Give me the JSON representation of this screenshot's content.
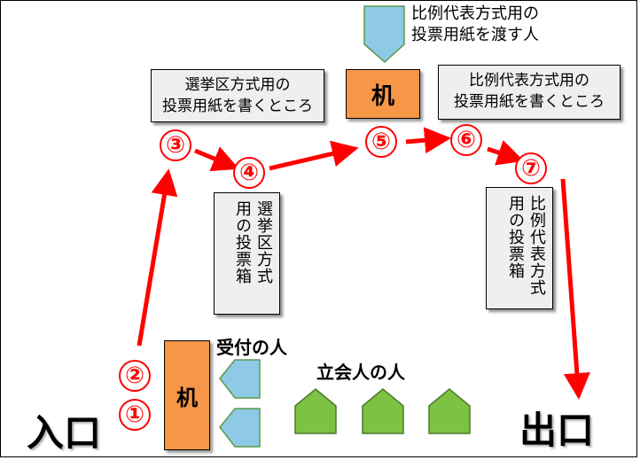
{
  "entrance_label": "入口",
  "exit_label": "出口",
  "desk_label": "机",
  "reception_label": "受付の人",
  "witness_label": "立会人の人",
  "ballot_giver_label": "比例代表方式用の\n投票用紙を渡す人",
  "district_writing_label": "選挙区方式用の\n投票用紙を書くところ",
  "pr_writing_label": "比例代表方式用の\n投票用紙を書くところ",
  "district_box_label": "選挙区方式\n用の投票箱",
  "pr_box_label": "比例代表方式\n用の投票箱",
  "steps": [
    "①",
    "②",
    "③",
    "④",
    "⑤",
    "⑥",
    "⑦"
  ],
  "colors": {
    "arrow": "#ff0000",
    "desk": "#f79646",
    "staff": "#8ecae6",
    "witness": "#7dc242",
    "box_fill": "#efefef"
  },
  "icons": {
    "staff": "pentagon-person-icon",
    "witness": "house-shape-person-icon"
  }
}
